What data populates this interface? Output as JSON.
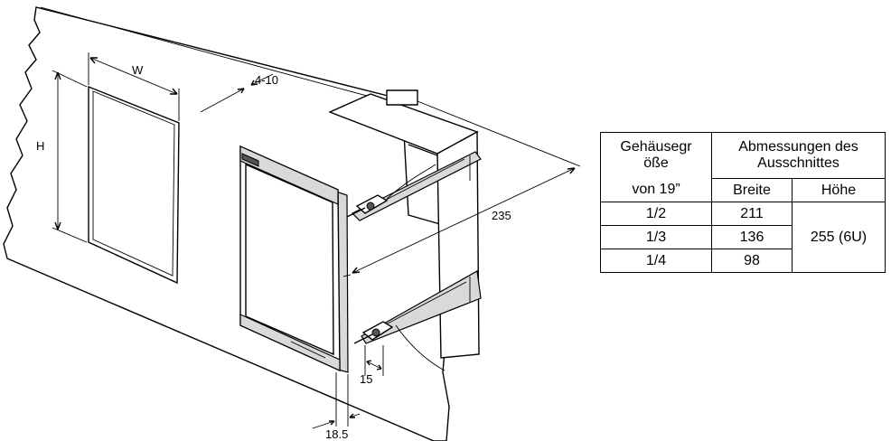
{
  "diagram": {
    "labels": {
      "width": "W",
      "height": "H",
      "panel_thickness": "4-10",
      "depth": "235",
      "bracket_offset": "15",
      "bezel_depth": "18.5"
    }
  },
  "table": {
    "header_size": "Gehäusegr öße",
    "header_size_unit": "von 19”",
    "header_cutout": "Abmessungen des Ausschnittes",
    "col_width": "Breite",
    "col_height": "Höhe",
    "rows": [
      {
        "size": "1/2",
        "width": "211"
      },
      {
        "size": "1/3",
        "width": "136"
      },
      {
        "size": "1/4",
        "width": "98"
      }
    ],
    "height_value": "255 (6U)"
  }
}
